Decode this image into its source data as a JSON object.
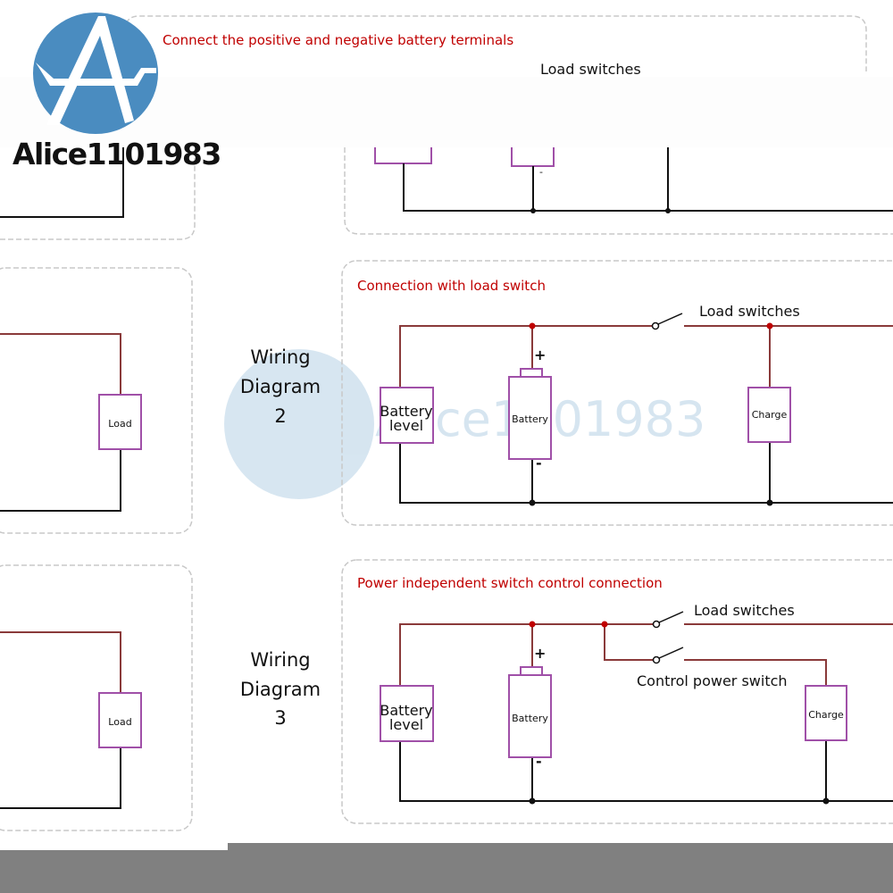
{
  "watermark": {
    "text": "Alice1101983"
  },
  "top_panel": {
    "title": "Connect the positive and negative battery terminals",
    "load_switches": "Load switches",
    "minus": "-"
  },
  "diagram2": {
    "heading_line1": "Wiring",
    "heading_line2": "Diagram",
    "heading_line3": "2",
    "title": "Connection with load switch",
    "load_switches": "Load switches",
    "battery_level_line1": "Battery",
    "battery_level_line2": "level",
    "battery": "Battery",
    "charge": "Charge",
    "plus": "+",
    "minus": "-",
    "load": "Load"
  },
  "diagram3": {
    "heading_line1": "Wiring",
    "heading_line2": "Diagram",
    "heading_line3": "3",
    "title": "Power independent switch control connection",
    "load_switches": "Load switches",
    "control_power_switch": "Control power switch",
    "battery_level_line1": "Battery",
    "battery_level_line2": "level",
    "battery": "Battery",
    "charge": "Charge",
    "plus": "+",
    "minus": "-",
    "load": "Load"
  },
  "colors": {
    "positive_wire": "#8a3a3a",
    "negative_wire": "#111111",
    "component": "#a050a8",
    "title": "#c00000",
    "watermark": "#4a8cc0",
    "footer": "#808080"
  }
}
